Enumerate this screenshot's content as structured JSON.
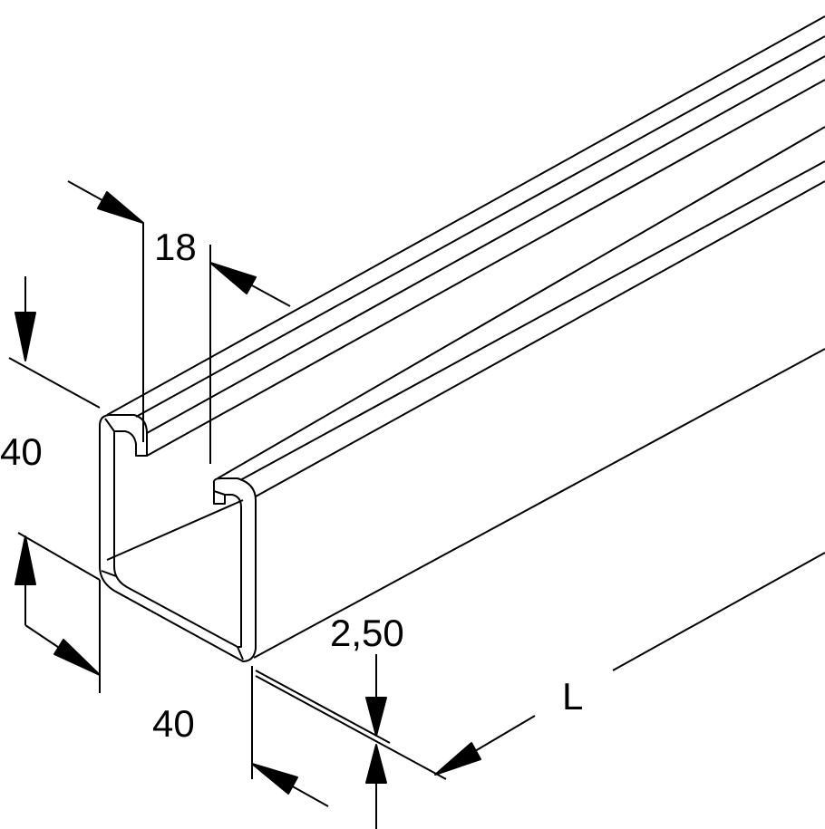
{
  "drawing": {
    "dimensions": {
      "slot_width": "18",
      "height": "40",
      "width": "40",
      "thickness": "2,50",
      "length": "L"
    },
    "colors": {
      "line": "#000000",
      "background": "#ffffff"
    }
  }
}
